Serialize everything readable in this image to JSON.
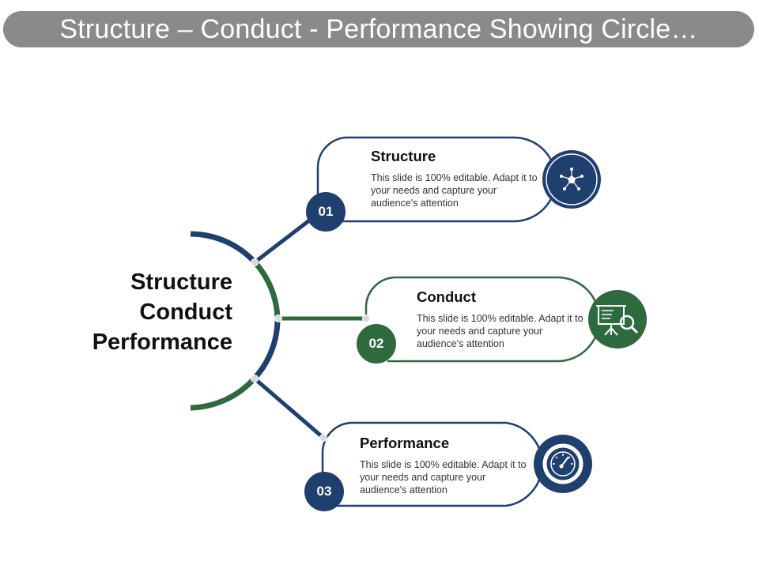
{
  "title": "Structure – Conduct - Performance Showing Circle…",
  "colors": {
    "blue": "#1f3f6e",
    "green": "#2e6a3e",
    "title_bar": "#8a8a8a",
    "connector_dot": "#d9d9d9"
  },
  "center": {
    "lines": [
      "Structure",
      "Conduct",
      "Performance"
    ]
  },
  "items": [
    {
      "number": "01",
      "title": "Structure",
      "description": "This slide is 100% editable. Adapt it to your needs and capture your audience's attention",
      "icon": "network-pentagon-icon",
      "color": "blue"
    },
    {
      "number": "02",
      "title": "Conduct",
      "description": "This slide is 100% editable. Adapt it to your needs and capture your audience's attention",
      "icon": "presentation-search-icon",
      "color": "green"
    },
    {
      "number": "03",
      "title": "Performance",
      "description": "This slide is 100% editable. Adapt it to your needs and capture your audience's attention",
      "icon": "speedometer-icon",
      "color": "blue"
    }
  ]
}
